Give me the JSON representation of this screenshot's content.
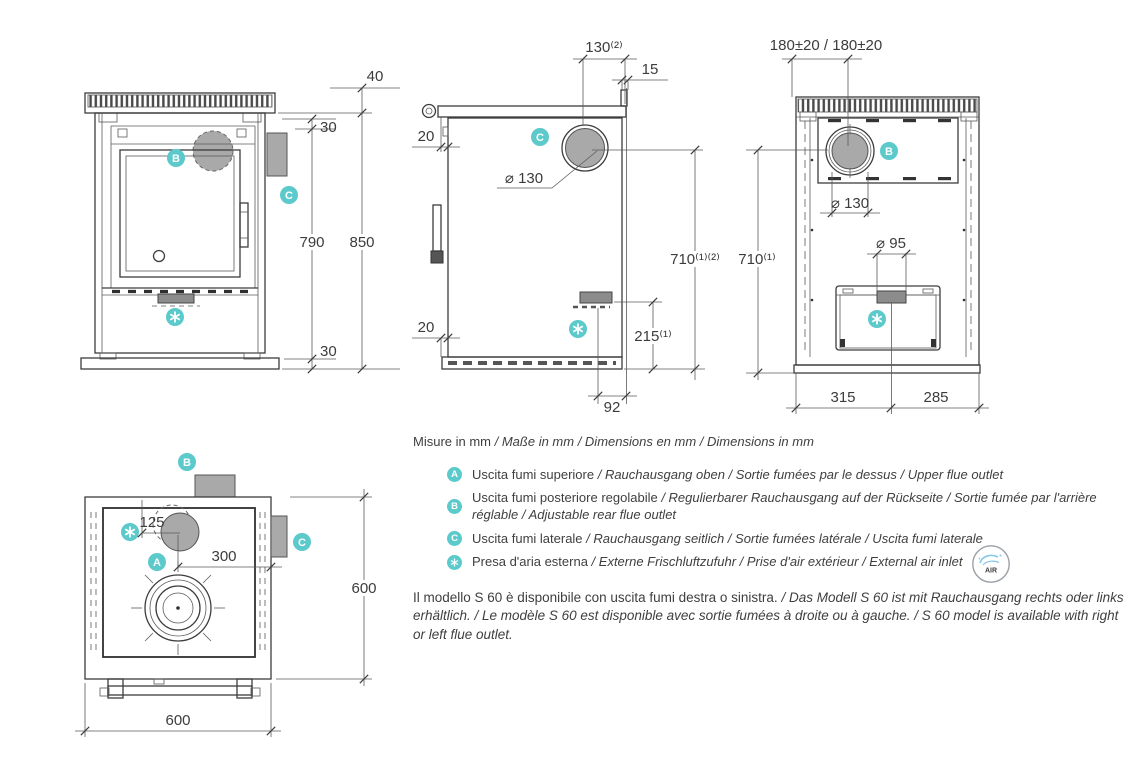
{
  "drawing": {
    "units_note": {
      "normal": "Misure in mm ",
      "italic": "/ Maße in mm / Dimensions en mm / Dimensions in mm"
    },
    "markers": {
      "a": "A",
      "b": "B",
      "c": "C",
      "air": "*"
    },
    "views": {
      "front": {
        "d40": "40",
        "d30_top": "30",
        "d790": "790",
        "d850": "850",
        "d30_bottom": "30"
      },
      "side": {
        "d130_top": "130⁽²⁾",
        "d15": "15",
        "d20_top": "20",
        "dia130": "⌀ 130",
        "d710": "710⁽¹⁾⁽²⁾",
        "d215": "215⁽¹⁾",
        "d20_bottom": "20",
        "d92": "92"
      },
      "rear": {
        "d180": "180±20 / 180±20",
        "dia130": "⌀ 130",
        "dia95": "⌀ 95",
        "d710": "710⁽¹⁾",
        "d315": "315",
        "d285": "285"
      },
      "top": {
        "d125": "125",
        "d300": "300",
        "d600_right": "600",
        "d600_bottom": "600"
      }
    }
  },
  "legend": [
    {
      "key": "A",
      "normal": "Uscita fumi superiore ",
      "italic": "/ Rauchausgang oben  / Sortie fumées par le dessus / Upper flue outlet"
    },
    {
      "key": "B",
      "normal": "Uscita fumi posteriore regolabile ",
      "italic": "/ Regulierbarer Rauchausgang auf der Rückseite / Sortie fumée par l'arrière réglable / Adjustable rear flue outlet"
    },
    {
      "key": "C",
      "normal": "Uscita fumi laterale ",
      "italic": "/ Rauchausgang seitlich  / Sortie fumées latérale / Uscita fumi laterale"
    },
    {
      "key": "*",
      "normal": "Presa d'aria esterna ",
      "italic": "/ Externe Frischluftzufuhr / Prise d'air extérieur / External air inlet"
    }
  ],
  "air_badge": {
    "label": "AIR"
  },
  "footer": {
    "normal": "Il modello S 60 è disponibile con uscita fumi destra o sinistra. ",
    "italic": "/ Das Modell S 60 ist mit Rauchausgang rechts oder links erhältlich. / Le modèle S 60 est disponible avec sortie fumées à droite ou à gauche. / S 60 model is available with right or left flue outlet."
  },
  "colors": {
    "accent": "#5cc9cb",
    "line": "#3d3d3d",
    "fill_gray": "#a9a9a9"
  }
}
